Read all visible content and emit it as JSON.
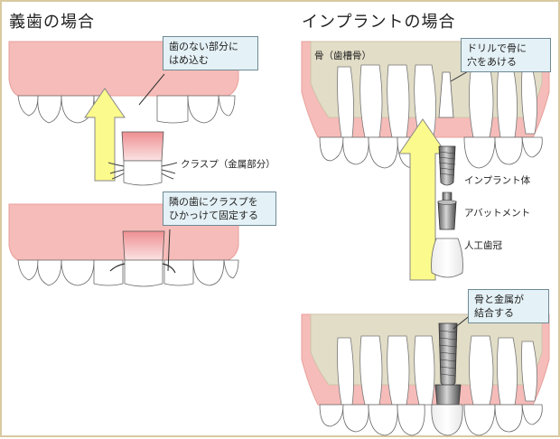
{
  "denture": {
    "title": "義歯の場合",
    "callout_missing": [
      "歯のない部分に",
      "はめ込む"
    ],
    "clasp_label": "クラスプ（金属部分）",
    "callout_clasp": [
      "隣の歯にクラスプを",
      "ひかっけて固定する"
    ]
  },
  "implant": {
    "title": "インプラントの場合",
    "bone_label": "骨（歯槽骨）",
    "callout_drill": [
      "ドリルで骨に",
      "穴をあける"
    ],
    "part_fixture": "インプラント体",
    "part_abutment": "アバットメント",
    "part_crown": "人工歯冠",
    "callout_bond": [
      "骨と金属が",
      "結合する"
    ]
  },
  "colors": {
    "gum": "#f5b8b5",
    "gum_edge": "#e59893",
    "bone": "#e2ddc7",
    "arrow": "#fbfa8c",
    "callout_bg": "#e4f1f6",
    "frame": "#d8c9a0"
  }
}
